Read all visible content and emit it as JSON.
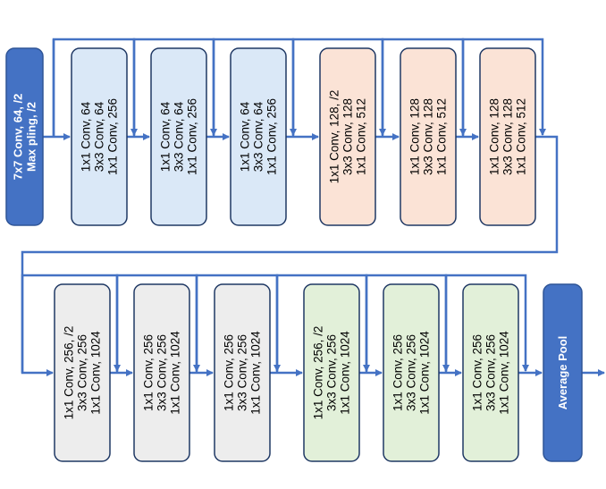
{
  "colors": {
    "arrow": "#4472C4",
    "blue_box_fill": "#4472C4",
    "blue_box_stroke": "#2F5597",
    "stage_1_fill": "#DAE8F7",
    "stage_2_fill": "#FBE3D6",
    "stage_3_fill": "#EDEDED",
    "stage_4_fill": "#E2F0D9",
    "block_stroke": "#1F3864",
    "text_dark": "#000000",
    "text_light": "#ffffff"
  },
  "stem": {
    "lines": [
      "7x7 Conv, 64, /2",
      "Max pling, /2"
    ]
  },
  "rows": [
    {
      "blocks": [
        {
          "stage": "stage_1",
          "lines": [
            "1x1 Conv, 64",
            "3x3 Conv, 64",
            "1x1 Conv, 256"
          ]
        },
        {
          "stage": "stage_1",
          "lines": [
            "1x1 Conv, 64",
            "3x3 Conv, 64",
            "1x1 Conv, 256"
          ]
        },
        {
          "stage": "stage_1",
          "lines": [
            "1x1 Conv, 64",
            "3x3 Conv, 64",
            "1x1 Conv, 256"
          ]
        },
        {
          "stage": "stage_2",
          "lines": [
            "1x1 Conv, 128, /2",
            "3x3 Conv, 128",
            "1x1 Conv, 512"
          ]
        },
        {
          "stage": "stage_2",
          "lines": [
            "1x1 Conv, 128",
            "3x3 Conv, 128",
            "1x1 Conv, 512"
          ]
        },
        {
          "stage": "stage_2",
          "lines": [
            "1x1 Conv, 128",
            "3x3 Conv, 128",
            "1x1 Conv, 512"
          ]
        }
      ]
    },
    {
      "blocks": [
        {
          "stage": "stage_3",
          "lines": [
            "1x1 Conv, 256, /2",
            "3x3 Conv, 256",
            "1x1 Conv, 1024"
          ]
        },
        {
          "stage": "stage_3",
          "lines": [
            "1x1 Conv, 256",
            "3x3 Conv, 256",
            "1x1 Conv, 1024"
          ]
        },
        {
          "stage": "stage_3",
          "lines": [
            "1x1 Conv, 256",
            "3x3 Conv, 256",
            "1x1 Conv, 1024"
          ]
        },
        {
          "stage": "stage_4",
          "lines": [
            "1x1 Conv, 256, /2",
            "3x3 Conv, 256",
            "1x1 Conv, 1024"
          ]
        },
        {
          "stage": "stage_4",
          "lines": [
            "1x1 Conv, 256",
            "3x3 Conv, 256",
            "1x1 Conv, 1024"
          ]
        },
        {
          "stage": "stage_4",
          "lines": [
            "1x1 Conv, 256",
            "3x3 Conv, 256",
            "1x1 Conv, 1024"
          ]
        }
      ]
    }
  ],
  "pool": {
    "lines": [
      "Average Pool"
    ]
  }
}
